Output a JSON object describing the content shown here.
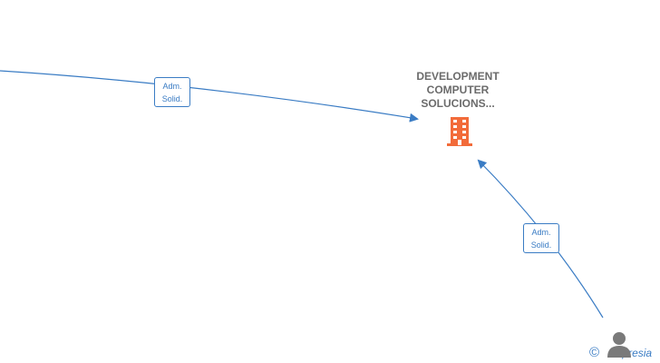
{
  "company": {
    "name_lines": [
      "DEVELOPMENT",
      "COMPUTER",
      "SOLUCIONS..."
    ],
    "icon": "building-icon",
    "icon_color": "#f26b3a"
  },
  "relations": [
    {
      "label_line1": "Adm.",
      "label_line2": "Solid."
    },
    {
      "label_line1": "Adm.",
      "label_line2": "Solid."
    }
  ],
  "person": {
    "icon": "person-icon",
    "color": "#7a7a7a"
  },
  "watermark": {
    "symbol": "©",
    "text": "presia"
  },
  "colors": {
    "edge": "#3a7cc4",
    "label_text": "#6b6b6b"
  }
}
